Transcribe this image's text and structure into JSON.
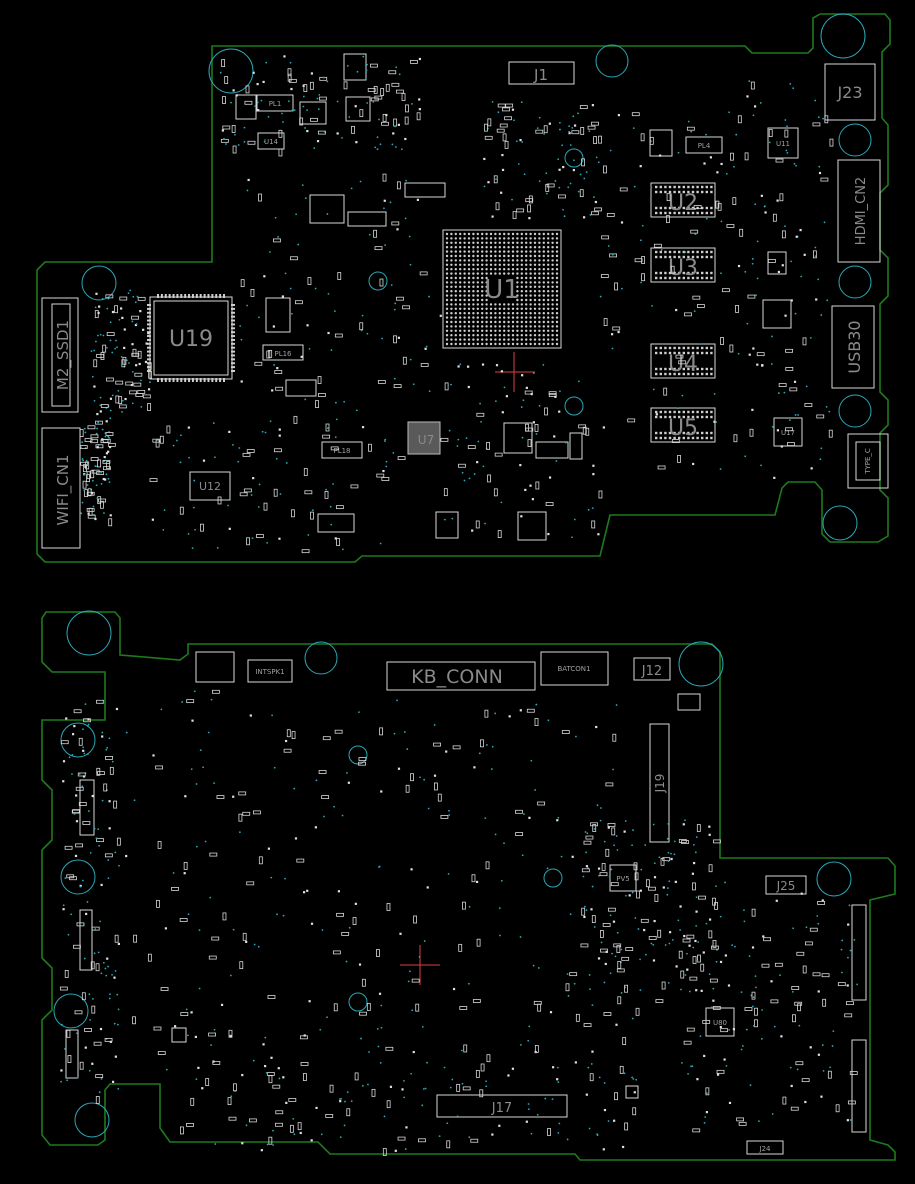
{
  "title": "",
  "colors": {
    "background": "#000000",
    "board_outline": "#1e7a1e",
    "silkscreen": "#d8d8d8",
    "label": "#8a8a8a",
    "mounting_hole": "#2aa8b8"
  },
  "top_side": {
    "labels": {
      "u1": "U1",
      "u2": "U2",
      "u3": "U3",
      "u4": "U4",
      "u5": "U5",
      "u19": "U19",
      "j1": "J1",
      "j23": "J23",
      "hdmi": "HDMI_CN2",
      "usb": "USB30",
      "ssd": "M2_SSD1",
      "wifi": "WIFI_CN1",
      "u11": "U11",
      "u17": "U17",
      "u12": "U12",
      "u14": "U14",
      "u7": "U7",
      "typec": "TYPE_C",
      "pl1": "PL1",
      "pl4": "PL4",
      "pl16": "PL16",
      "pl18": "PL18"
    }
  },
  "bottom_side": {
    "labels": {
      "kb_conn": "KB_CONN",
      "batcon": "BATCON1",
      "j12": "J12",
      "j19": "J19",
      "j25": "J25",
      "j17": "J17",
      "j24": "J24",
      "u80": "U80",
      "pv5": "PV5",
      "intspk": "INTSPK1"
    }
  }
}
